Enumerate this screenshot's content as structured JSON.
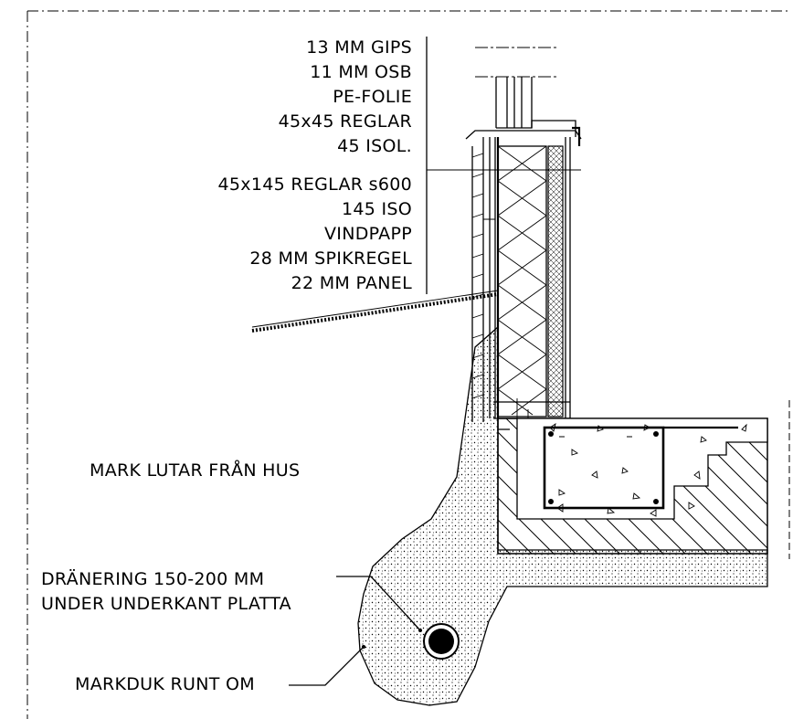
{
  "layers": [
    "13 MM GIPS",
    "11 MM OSB",
    "PE-FOLIE",
    "45x45 REGLAR",
    "45 ISOL.",
    "45x145 REGLAR s600",
    "145 ISO",
    "VINDPAPP",
    "28 MM SPIKREGEL",
    "22 MM PANEL"
  ],
  "annotations": {
    "ground_slope": "MARK LUTAR FRÅN HUS",
    "drainage_line1": "DRÄNERING 150-200 MM",
    "drainage_line2": "UNDER UNDERKANT PLATTA",
    "geotextile": "MARKDUK RUNT OM"
  }
}
